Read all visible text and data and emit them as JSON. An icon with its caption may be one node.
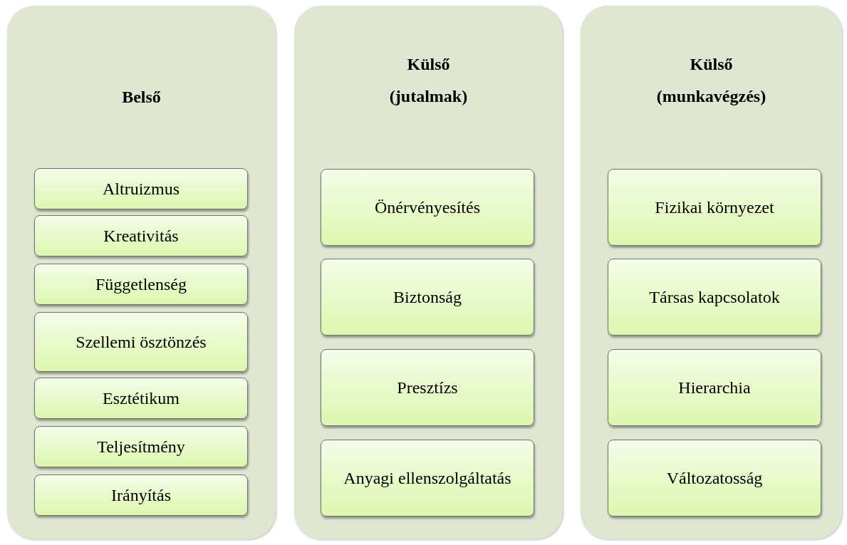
{
  "diagram": {
    "nodes": [
      {
        "text": [
          "Belső"
        ]
      },
      {
        "text": [
          "Altruizmus"
        ],
        "in": 0
      },
      {
        "text": [
          "Kreativitás"
        ],
        "in": 0
      },
      {
        "text": [
          "Függetlenség"
        ],
        "in": 0
      },
      {
        "text": [
          "Szellemi ösztönzés"
        ],
        "in": 0
      },
      {
        "text": [
          "Esztétikum"
        ],
        "in": 0
      },
      {
        "text": [
          "Teljesítmény"
        ],
        "in": 0
      },
      {
        "text": [
          "Irányítás"
        ],
        "in": 0
      },
      {
        "text": [
          "Külső (jutalmak)"
        ]
      },
      {
        "text": [
          "Önérvényesítés"
        ],
        "in": 8
      },
      {
        "text": [
          "Biztonság"
        ],
        "in": 8
      },
      {
        "text": [
          "Presztízs"
        ],
        "in": 8
      },
      {
        "text": [
          "Anyagi ellenszolgáltatás"
        ],
        "in": 8
      },
      {
        "text": [
          "Külső (munkavégzés)"
        ]
      },
      {
        "text": [
          "Fizikai környezet"
        ],
        "in": 13
      },
      {
        "text": [
          "Társas kapcsolatok"
        ],
        "in": 13
      },
      {
        "text": [
          "Hierarchia"
        ],
        "in": 13
      },
      {
        "text": [
          "Változatosság"
        ],
        "in": 13
      }
    ]
  }
}
